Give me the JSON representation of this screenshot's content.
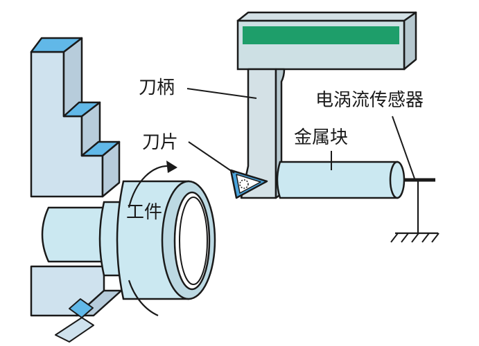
{
  "labels": {
    "tool_holder": "刀柄",
    "insert": "刀片",
    "workpiece": "工件",
    "metal_block": "金属块",
    "sensor": "电涡流传感器"
  },
  "colors": {
    "machine_fill": "#cfe2ee",
    "machine_face": "#b7ccdb",
    "accent_blue": "#61b8e8",
    "workpiece_fill": "#cbe8f1",
    "workpiece_dark": "#bcd9e3",
    "tool_fill": "#d4e1e6",
    "tool_shade": "#b6c8cf",
    "head_band": "#1e9e6a",
    "insert_blue": "#4aa4dc",
    "outline": "#1a1a1a"
  },
  "icons": {
    "rotation": "rotation-arrow-icon",
    "ground": "ground-symbol-icon"
  }
}
